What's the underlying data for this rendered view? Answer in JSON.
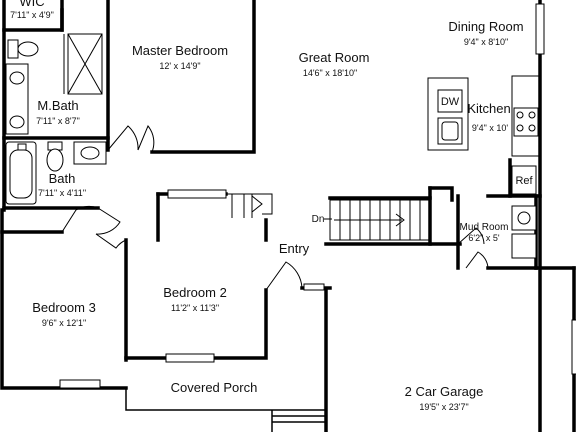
{
  "rooms": {
    "wic": {
      "name": "WIC",
      "dims": "7'11\" x 4'9\""
    },
    "master_bedroom": {
      "name": "Master Bedroom",
      "dims": "12' x 14'9\""
    },
    "great_room": {
      "name": "Great Room",
      "dims": "14'6\" x 18'10\""
    },
    "dining_room": {
      "name": "Dining Room",
      "dims": "9'4\" x 8'10\""
    },
    "kitchen": {
      "name": "Kitchen",
      "dims": "9'4\" x 10'"
    },
    "master_bath": {
      "name": "M.Bath",
      "dims": "7'11\" x 8'7\""
    },
    "bath": {
      "name": "Bath",
      "dims": "7'11\" x 4'11\""
    },
    "bedroom_2": {
      "name": "Bedroom 2",
      "dims": "11'2\" x 11'3\""
    },
    "bedroom_3": {
      "name": "Bedroom 3",
      "dims": "9'6\" x 12'1\""
    },
    "mud_room": {
      "name": "Mud Room",
      "dims": "6'2\" x 5'"
    },
    "garage": {
      "name": "2 Car Garage",
      "dims": "19'5\" x 23'7\""
    },
    "covered_porch": {
      "name": "Covered Porch"
    },
    "entry": {
      "name": "Entry"
    }
  },
  "fixtures": {
    "dishwasher": "DW",
    "refrigerator": "Ref",
    "stairs_down": "Dn"
  }
}
